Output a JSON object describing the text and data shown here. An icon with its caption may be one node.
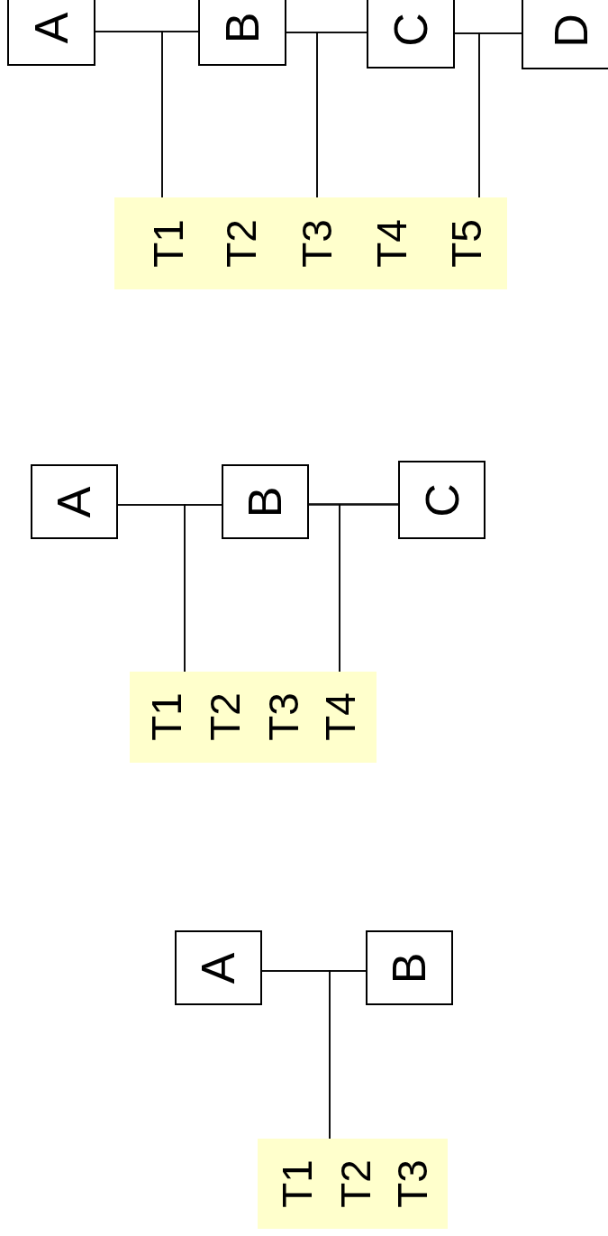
{
  "diagram": {
    "nodes": [
      {
        "text": [
          "A"
        ]
      },
      {
        "text": [
          "B"
        ]
      },
      {
        "text": [
          "C"
        ]
      },
      {
        "text": [
          "D"
        ]
      },
      {
        "text": [],
        "shape": "box"
      },
      {
        "text": [
          "T1"
        ],
        "in": 4
      },
      {
        "text": [
          "T2"
        ],
        "in": 4
      },
      {
        "text": [
          "T3"
        ],
        "in": 4
      },
      {
        "text": [
          "T4"
        ],
        "in": 4
      },
      {
        "text": [
          "T5"
        ],
        "in": 4
      },
      {
        "text": [
          "A"
        ]
      },
      {
        "text": [
          "B"
        ]
      },
      {
        "text": [
          "C"
        ]
      },
      {
        "text": [],
        "shape": "box"
      },
      {
        "text": [
          "T1"
        ],
        "in": 13
      },
      {
        "text": [
          "T2"
        ],
        "in": 13
      },
      {
        "text": [
          "T3"
        ],
        "in": 13
      },
      {
        "text": [
          "T4"
        ],
        "in": 13
      },
      {
        "text": [
          "A"
        ]
      },
      {
        "text": [
          "B"
        ]
      },
      {
        "text": [],
        "shape": "box"
      },
      {
        "text": [
          "T1"
        ],
        "in": 20
      },
      {
        "text": [
          "T2"
        ],
        "in": 20
      },
      {
        "text": [
          "T3"
        ],
        "in": 20
      }
    ],
    "edges": [
      {
        "from": 0,
        "to": 1,
        "arrow": "none"
      },
      {
        "from": 0,
        "to": 5,
        "arrow": "none"
      },
      {
        "from": 1,
        "to": 5,
        "arrow": "none"
      },
      {
        "from": 1,
        "to": 2,
        "arrow": "none"
      },
      {
        "from": 1,
        "to": 7,
        "arrow": "none"
      },
      {
        "from": 2,
        "to": 7,
        "arrow": "none"
      },
      {
        "from": 2,
        "to": 3,
        "arrow": "none"
      },
      {
        "from": 2,
        "to": 9,
        "arrow": "none"
      },
      {
        "from": 3,
        "to": 9,
        "arrow": "none"
      },
      {
        "from": 10,
        "to": 11,
        "arrow": "none"
      },
      {
        "from": 10,
        "to": 14,
        "arrow": "none"
      },
      {
        "from": 11,
        "to": 14,
        "arrow": "none"
      },
      {
        "from": 11,
        "to": 12,
        "arrow": "none"
      },
      {
        "from": 11,
        "to": 17,
        "arrow": "none"
      },
      {
        "from": 12,
        "to": 17,
        "arrow": "none"
      },
      {
        "from": 18,
        "to": 19,
        "arrow": "none"
      },
      {
        "from": 18,
        "to": 22,
        "arrow": "none"
      },
      {
        "from": 19,
        "to": 22,
        "arrow": "none"
      }
    ]
  }
}
